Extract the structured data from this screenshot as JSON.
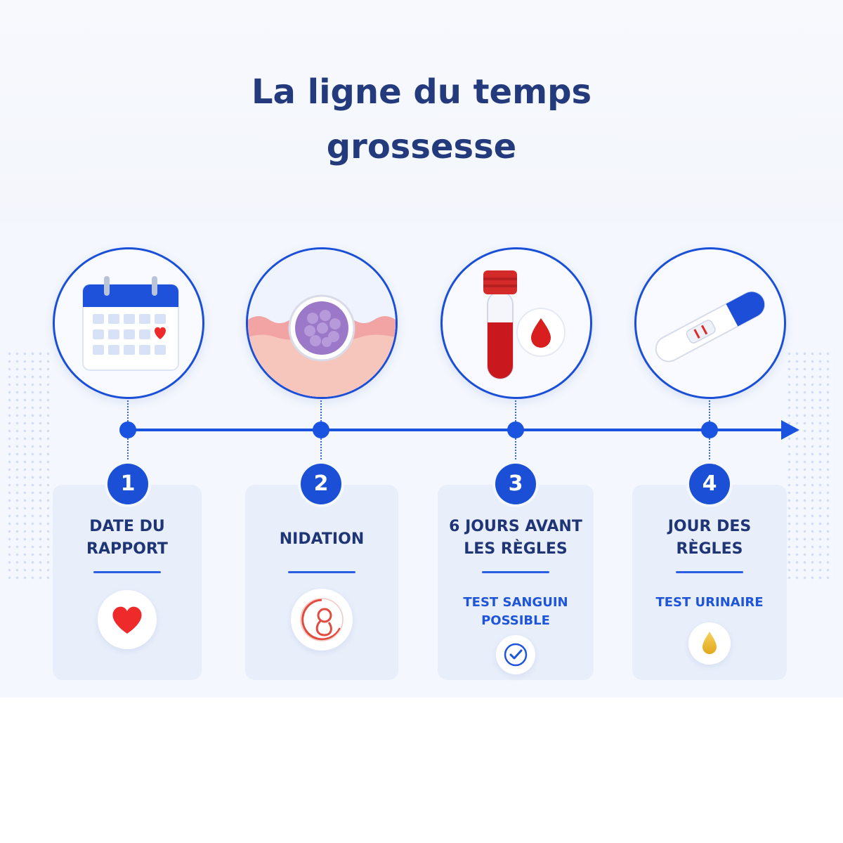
{
  "title": {
    "line1": "La ligne du temps",
    "line2": "grossesse"
  },
  "colors": {
    "accent": "#1a53e0",
    "title": "#233a7c",
    "card_bg": "#e9effa",
    "heart": "#ee2a2a"
  },
  "steps": [
    {
      "number": "1",
      "title_line1": "DATE DU",
      "title_line2": "RAPPORT",
      "image": "calendar-icon",
      "badge_icon": "heart-icon"
    },
    {
      "number": "2",
      "title_line1": "NIDATION",
      "image": "implantation-cell-illustration",
      "badge_icon": "embryo-icon"
    },
    {
      "number": "3",
      "title_line1": "6 JOURS AVANT",
      "title_line2": "LES RÈGLES",
      "subtitle_line1": "TEST SANGUIN",
      "subtitle_line2": "POSSIBLE",
      "image": "blood-test-tube-icon",
      "badge_icon": "check-icon"
    },
    {
      "number": "4",
      "title_line1": "JOUR DES",
      "title_line2": "RÈGLES",
      "subtitle_line1": "TEST URINAIRE",
      "image": "pregnancy-test-icon",
      "badge_icon": "urine-drop-icon"
    }
  ]
}
